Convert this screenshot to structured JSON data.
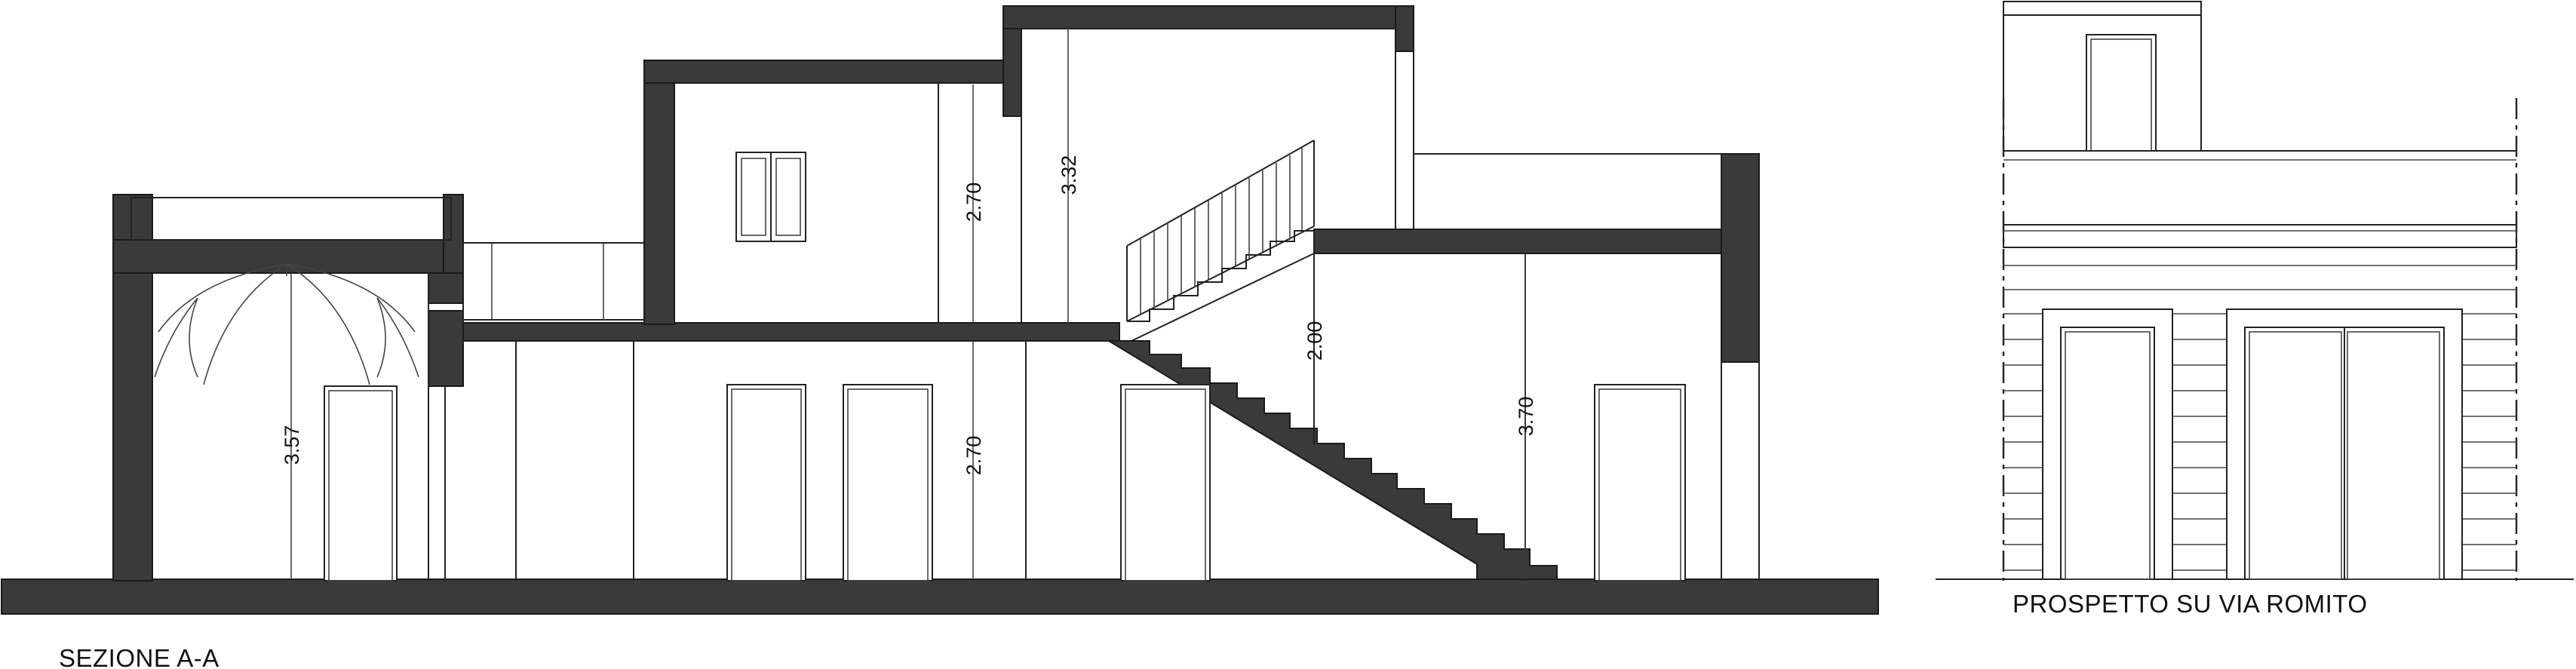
{
  "labels": {
    "section": "SEZIONE A-A",
    "elevation": "PROSPETTO SU VIA ROMITO"
  },
  "dimensions": {
    "left_room_height": "3.57",
    "ground_floor_height": "2.70",
    "upper_floor_height": "2.70",
    "top_floor_height": "3.32",
    "stair_height": "2.00",
    "right_room_height": "3.70"
  },
  "colors": {
    "wall_fill": "#3a3a3a",
    "line": "#222222",
    "background": "#ffffff"
  }
}
